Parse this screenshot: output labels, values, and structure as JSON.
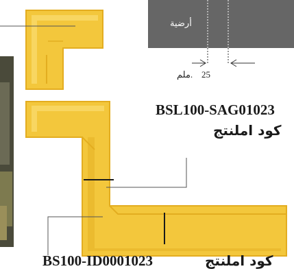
{
  "floor": {
    "label": "أرضية"
  },
  "dimension": {
    "value": "25",
    "unit": "ملم."
  },
  "top_product": {
    "code": "BSL100-SAG01023",
    "label": "كود املنتج"
  },
  "bottom_product": {
    "code": "BS100-ID0001023",
    "label": "كود املنتج"
  },
  "colors": {
    "profile_fill": "#f3c73c",
    "profile_edge": "#e3ad20",
    "profile_highlight": "#fbe07a",
    "floor_fill": "#666666",
    "leader_line": "#555555"
  }
}
